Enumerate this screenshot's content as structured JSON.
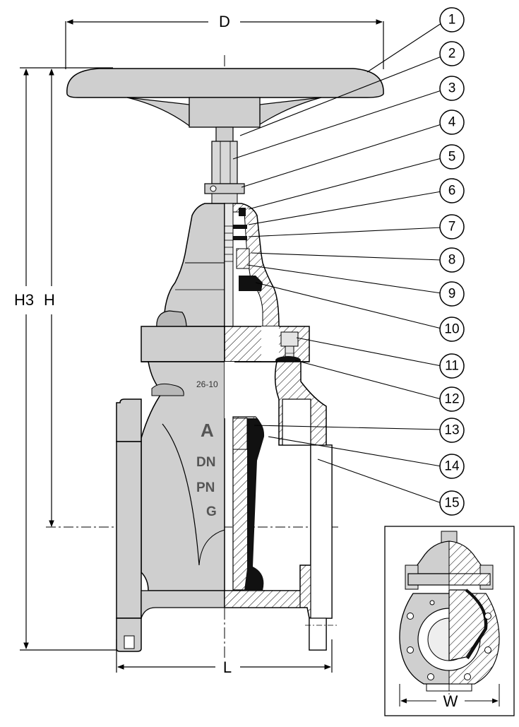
{
  "dimensions": {
    "d": "D",
    "h3": "H3",
    "h": "H",
    "l": "L",
    "w": "W"
  },
  "callouts": [
    "1",
    "2",
    "3",
    "4",
    "5",
    "6",
    "7",
    "8",
    "9",
    "10",
    "11",
    "12",
    "13",
    "14",
    "15"
  ],
  "body_markings": {
    "logo": "A",
    "dn": "DN",
    "pn": "PN",
    "g": "G",
    "cast_code": "26-10"
  },
  "colors": {
    "casting": "#cfcfcf",
    "casting_dark": "#9a9a9a",
    "section": "#ffffff",
    "rubber": "#111111",
    "line": "#000000"
  }
}
